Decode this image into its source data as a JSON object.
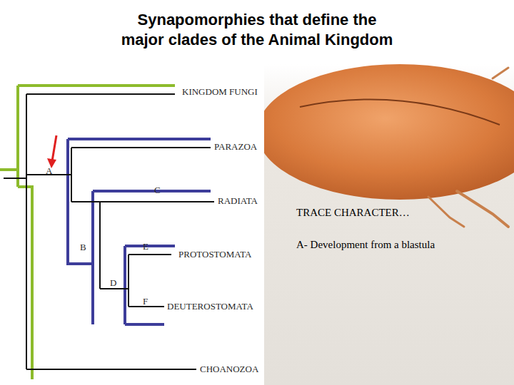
{
  "diagram": {
    "title": "Synapomorphies that define the major clades of the Animal Kingdom",
    "labels": [
      "KINGDOM FUNGI",
      "PARAZOA",
      "A",
      "C",
      "RADIATA",
      "TRACE CHARACTER…",
      "B",
      "E",
      "PROTOSTOMATA",
      "A- Development from a blastula",
      "D",
      "F",
      "DEUTEROSTOMATA",
      "CHOANOZOA"
    ]
  }
}
